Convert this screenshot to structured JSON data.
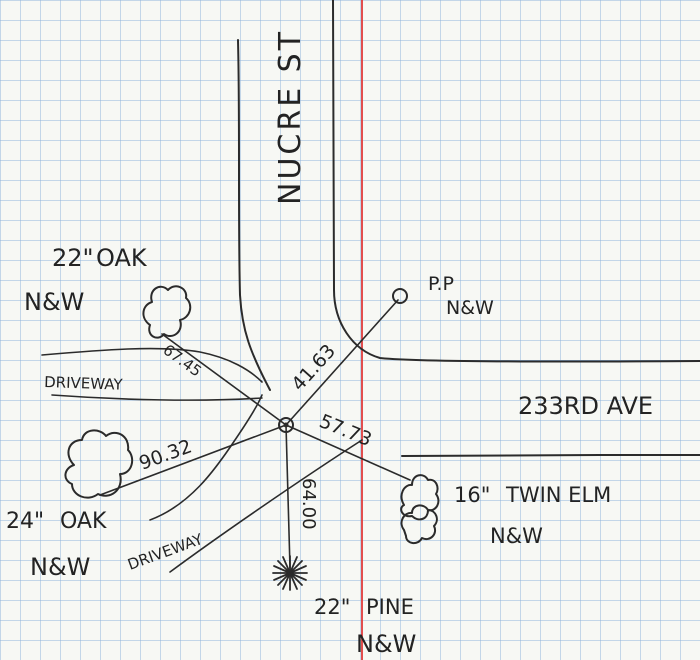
{
  "streets": {
    "north": "NUCRE ST",
    "east": "233RD AVE"
  },
  "labels": {
    "pp_line1": "P.P",
    "pp_line2": "N&W",
    "oak22_size": "22\"",
    "oak22_name": "OAK",
    "oak22_status": "N&W",
    "oak24_size": "24\"",
    "oak24_name": "OAK",
    "oak24_status": "N&W",
    "elm_size": "16\"",
    "elm_name": "TWIN ELM",
    "elm_status": "N&W",
    "pine_size": "22\"",
    "pine_name": "PINE",
    "pine_status": "N&W",
    "driveway_north": "DRIVEWAY",
    "driveway_south": "DRIVEWAY"
  },
  "measurements": {
    "to_pp": "41.63",
    "to_oak22": "67.45",
    "to_oak24": "90.32",
    "to_elm": "57.73",
    "to_pine": "64.00"
  },
  "colors": {
    "grid": "#8fb3db",
    "margin_line": "#e03b3b",
    "ink": "#2b2b2b",
    "paper": "#f7f8f4"
  }
}
